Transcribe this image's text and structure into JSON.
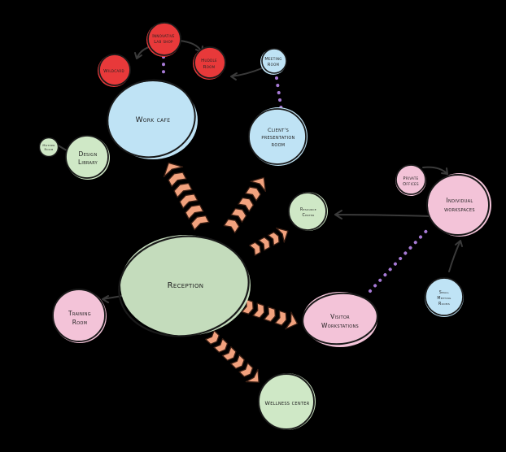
{
  "colors": {
    "background": "#000000",
    "green": "#cfe8c6",
    "blue": "#bfe3f5",
    "pink": "#f3c3d8",
    "red": "#e8393a",
    "arrow_fill": "#f2a27e",
    "dotted_link": "#a77ad6"
  },
  "nodes": {
    "reception": {
      "lines": [
        "Reception"
      ],
      "color": "green"
    },
    "work_cafe": {
      "lines": [
        "Work cafe"
      ],
      "color": "blue"
    },
    "wildcard": {
      "lines": [
        "Wildcard"
      ],
      "color": "red"
    },
    "innovative_lab": {
      "lines": [
        "Innovative",
        "Lab shop"
      ],
      "color": "red"
    },
    "huddle_room": {
      "lines": [
        "Huddle",
        "Room"
      ],
      "color": "red"
    },
    "meeting_room": {
      "lines": [
        "Meeting",
        "Room"
      ],
      "color": "blue"
    },
    "clients_room": {
      "lines": [
        "Client's",
        "presentation",
        "room"
      ],
      "color": "blue"
    },
    "mother_room": {
      "lines": [
        "Mother",
        "Room"
      ],
      "color": "green"
    },
    "design_library": {
      "lines": [
        "Design",
        "Library"
      ],
      "color": "green"
    },
    "resource_center": {
      "lines": [
        "Resource",
        "Center"
      ],
      "color": "green"
    },
    "private_offices": {
      "lines": [
        "Private",
        "Offices"
      ],
      "color": "pink"
    },
    "individual_workspaces": {
      "lines": [
        "Individual",
        "workspaces"
      ],
      "color": "pink"
    },
    "small_meeting_rooms": {
      "lines": [
        "Small",
        "Meeting",
        "Rooms"
      ],
      "color": "blue"
    },
    "visitor_workstations": {
      "lines": [
        "Visitor",
        "Workstations"
      ],
      "color": "pink"
    },
    "training_room": {
      "lines": [
        "Training",
        "Room"
      ],
      "color": "pink"
    },
    "wellness_center": {
      "lines": [
        "Wellness center"
      ],
      "color": "green"
    }
  }
}
